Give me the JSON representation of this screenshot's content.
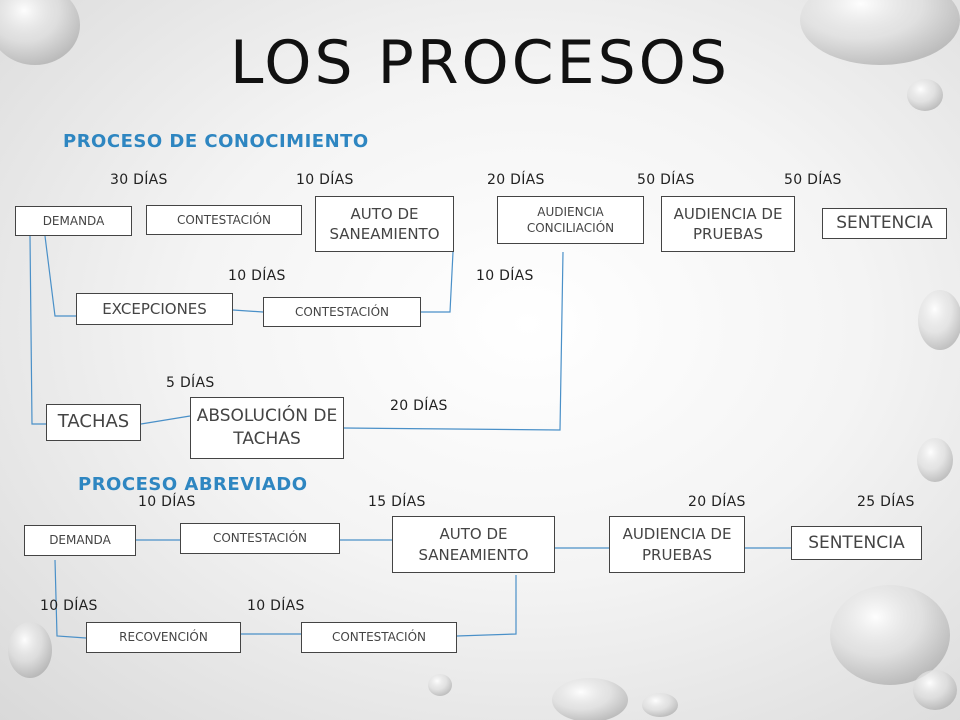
{
  "title": "LOS PROCESOS",
  "conocimiento": {
    "heading": "PROCESO DE CONOCIMIENTO",
    "steps": {
      "demanda": "DEMANDA",
      "contestacion": "CONTESTACIÓN",
      "auto": "AUTO DE SANEAMIENTO",
      "conciliacion": "AUDIENCIA CONCILIACIÓN",
      "pruebas": "AUDIENCIA DE PRUEBAS",
      "sentencia": "SENTENCIA",
      "excepciones": "EXCEPCIONES",
      "contestacion2": "CONTESTACIÓN",
      "tachas": "TACHAS",
      "absolucion": "ABSOLUCIÓN DE TACHAS"
    },
    "durations": {
      "d1": "30 DÍAS",
      "d2": "10 DÍAS",
      "d3": "20 DÍAS",
      "d4": "50 DÍAS",
      "d5": "50 DÍAS",
      "d6": "10 DÍAS",
      "d7": "10 DÍAS",
      "d8": "5 DÍAS",
      "d9": "20 DÍAS"
    }
  },
  "abreviado": {
    "heading": "PROCESO ABREVIADO",
    "steps": {
      "demanda": "DEMANDA",
      "contestacion": "CONTESTACIÓN",
      "auto": "AUTO DE SANEAMIENTO",
      "pruebas": "AUDIENCIA DE PRUEBAS",
      "sentencia": "SENTENCIA",
      "reconvencion": "RECOVENCIÓN",
      "contestacion2": "CONTESTACIÓN"
    },
    "durations": {
      "d1": "10 DÍAS",
      "d2": "15 DÍAS",
      "d3": "20 DÍAS",
      "d4": "25 DÍAS",
      "d5": "10 DÍAS",
      "d6": "10 DÍAS"
    }
  },
  "colors": {
    "accent": "#2e86c1",
    "connector": "#4a90c8",
    "box_border": "#444444",
    "text": "#444444"
  }
}
